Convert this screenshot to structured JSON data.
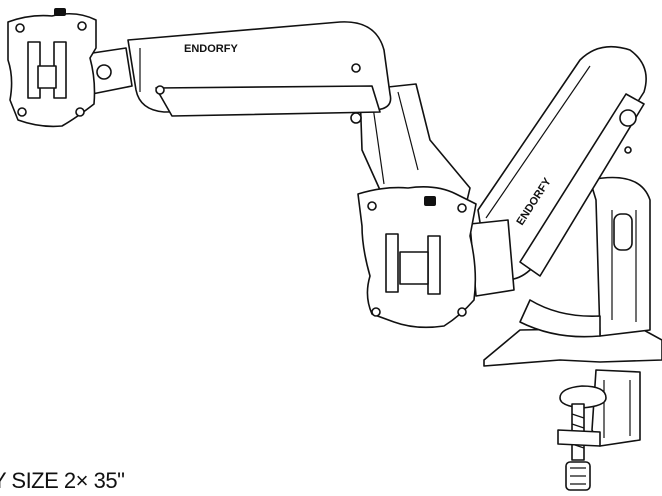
{
  "illustration": {
    "subject_icon": "dual-monitor-arm-icon",
    "brand_upper": "ENDORFY",
    "brand_lower": "ENDORFY",
    "caption": "Y SIZE 2× 35\"",
    "line_color": "#111111",
    "background": "#ffffff"
  }
}
